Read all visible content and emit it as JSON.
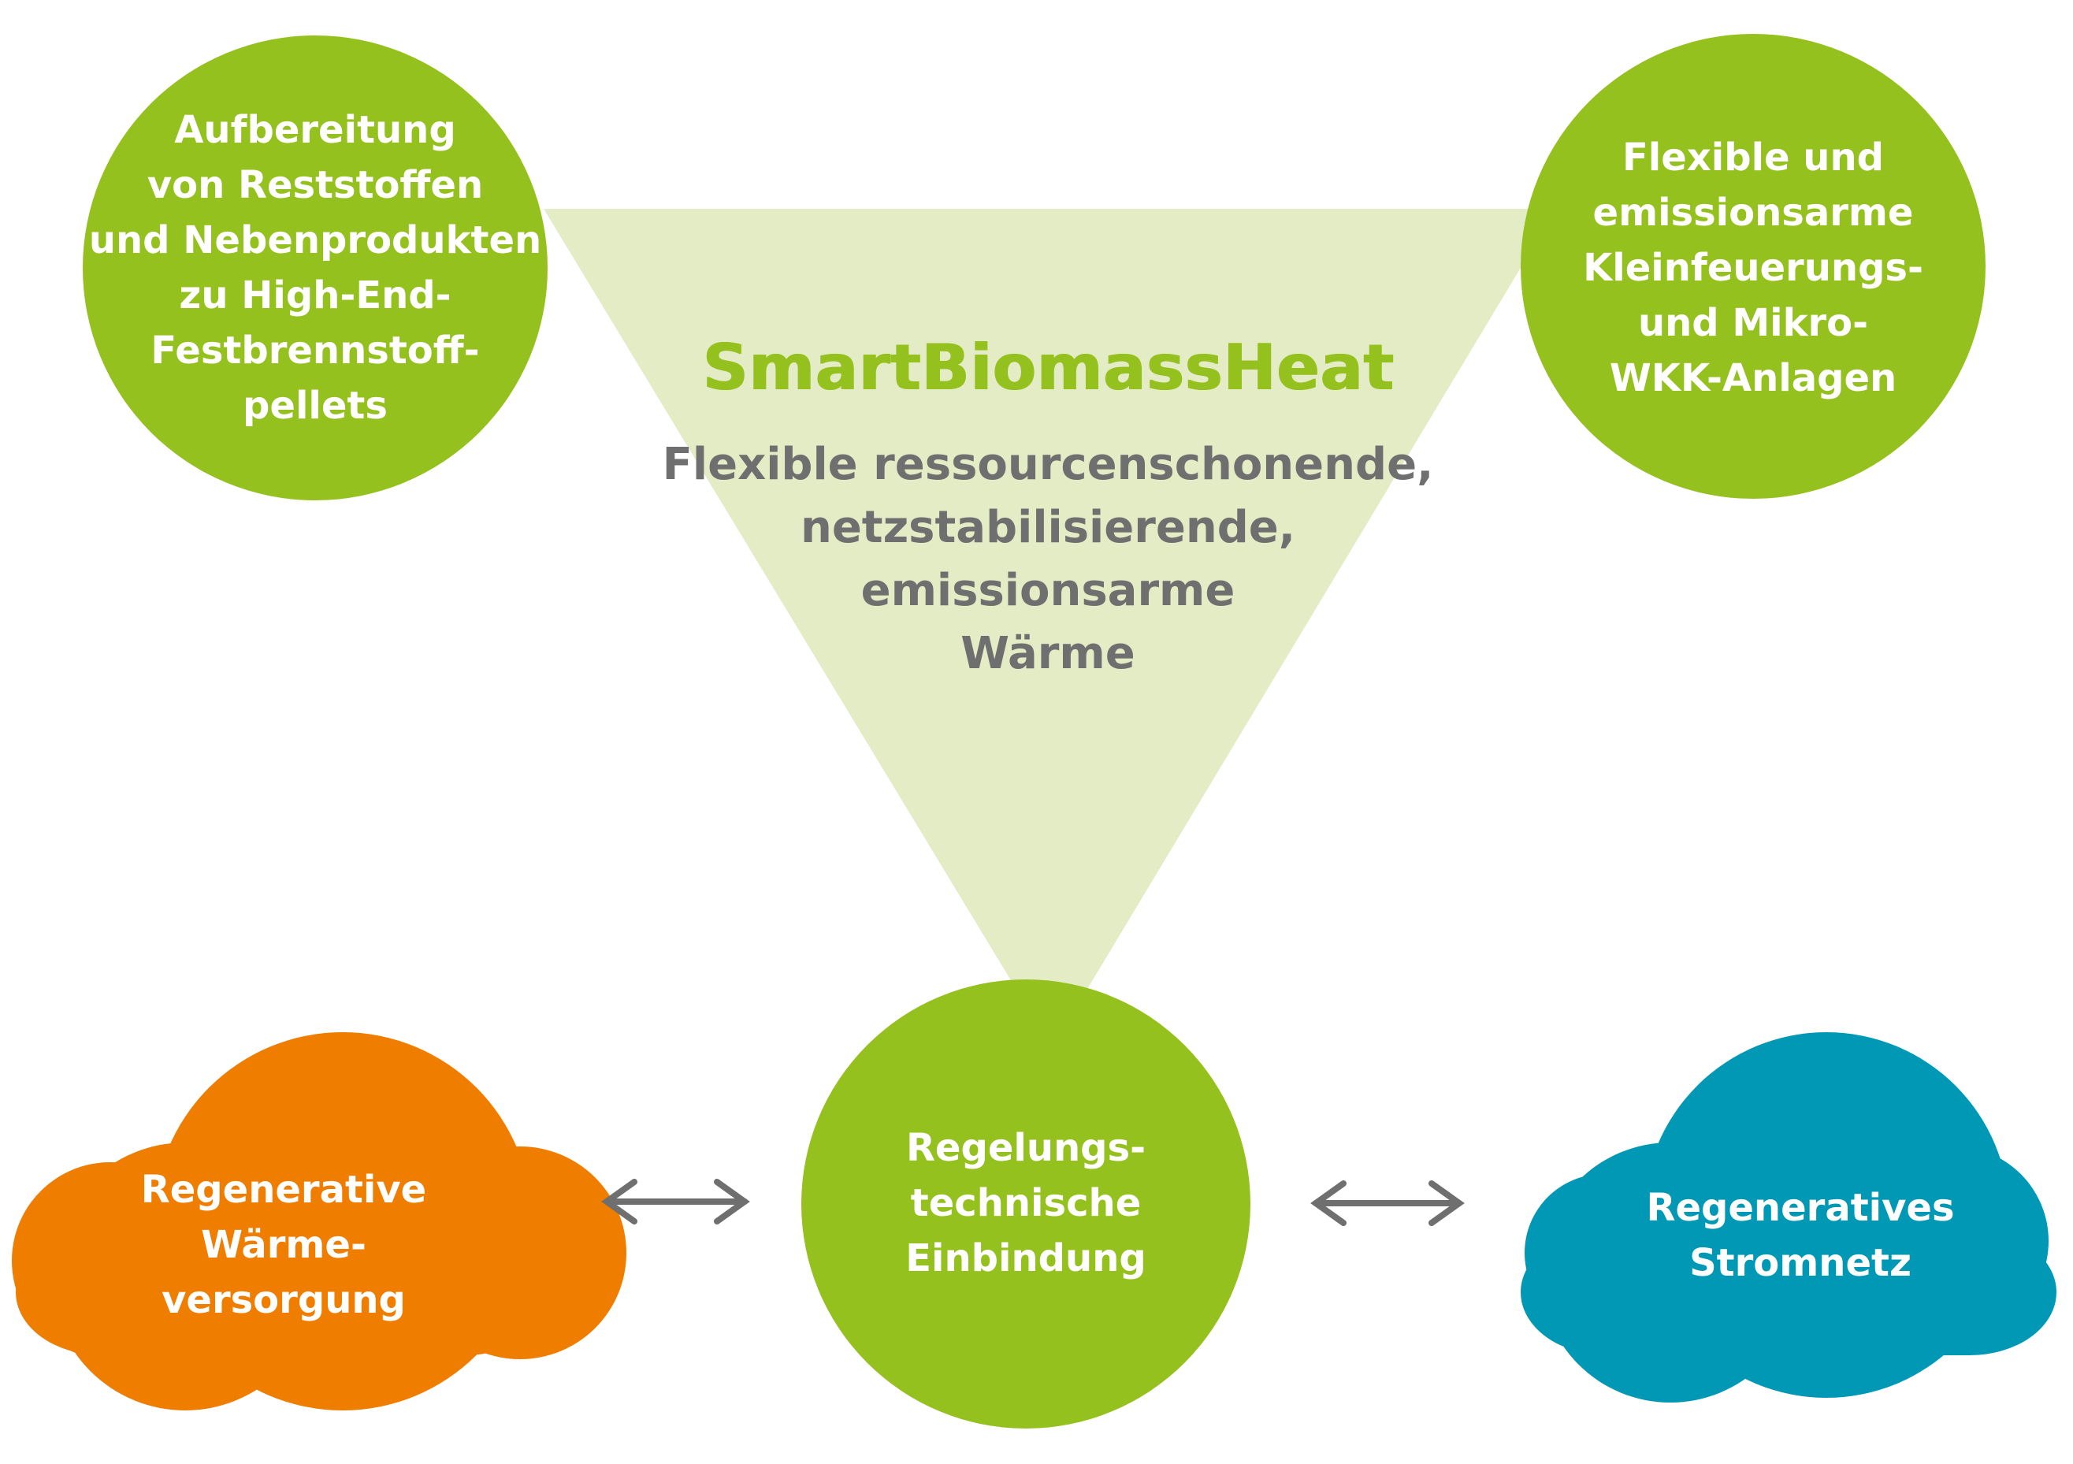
{
  "colors": {
    "circle_green": "#95c11f",
    "triangle_light_green": "#e3ecc4",
    "title_green": "#95c11f",
    "center_text_gray": "#6f6f6f",
    "cloud_orange": "#ef7d00",
    "cloud_teal": "#0098b4",
    "arrow_gray": "#6f6f6f",
    "label_white": "#ffffff"
  },
  "title": "SmartBiomassHeat",
  "center_text": {
    "lines": [
      "Flexible ressourcenschonende,",
      "netzstabilisierende,",
      "emissionsarme",
      "Wärme"
    ]
  },
  "circles": {
    "top_left": {
      "lines": [
        "Aufbereitung",
        "von Reststoffen",
        "und Nebenprodukten",
        "zu High-End-",
        "Festbrennstoff-",
        "pellets"
      ]
    },
    "top_right": {
      "lines": [
        "Flexible und",
        "emissionsarme",
        "Kleinfeuerungs-",
        "und Mikro-",
        "WKK-Anlagen"
      ]
    },
    "bottom": {
      "lines": [
        "Regelungs-",
        "technische",
        "Einbindung"
      ]
    }
  },
  "clouds": {
    "left": {
      "lines": [
        "Regenerative",
        "Wärme-",
        "versorgung"
      ]
    },
    "right": {
      "lines": [
        "Regeneratives",
        "Stromnetz"
      ]
    }
  },
  "arrows": {
    "left": "double-arrow-icon",
    "right": "double-arrow-icon"
  }
}
